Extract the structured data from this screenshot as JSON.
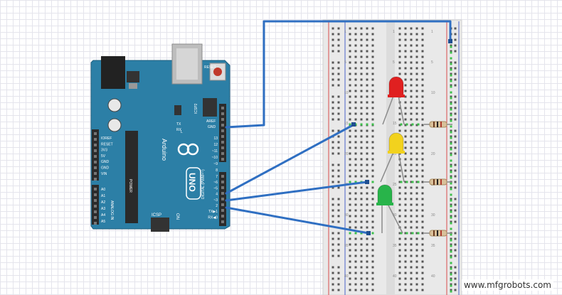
{
  "board": {
    "reset_label": "RESET",
    "icsp_top_label": "ICSP2",
    "aref_label": "AREF",
    "gnd_label": "GND",
    "digital_pins": [
      "13",
      "12",
      "~11",
      "~10",
      "~9",
      "8",
      "7",
      "~6",
      "~5",
      "4",
      "~3",
      "2",
      "TX▶1",
      "RX◀0"
    ],
    "digital_header_label": "DIGITAL (PWM=~)",
    "led_labels": [
      "L",
      "TX",
      "RX"
    ],
    "power_pins": [
      "IOREF",
      "RESET",
      "3V3",
      "5V",
      "GND",
      "GND",
      "VIN"
    ],
    "power_label": "POWER",
    "analog_pins": [
      "A0",
      "A1",
      "A2",
      "A3",
      "A4",
      "A5"
    ],
    "analog_label": "ANALOG IN",
    "brand_label": "Arduino",
    "model_label": "UNO",
    "on_label": "ON",
    "icsp_label": "ICSP"
  },
  "breadboard": {
    "row_numbers": [
      "1",
      "5",
      "10",
      "15",
      "20",
      "25",
      "30",
      "35",
      "40"
    ]
  },
  "components": {
    "leds": [
      {
        "name": "red",
        "color": "#e02020"
      },
      {
        "name": "yellow",
        "color": "#f2d21e"
      },
      {
        "name": "green",
        "color": "#28b44a"
      }
    ],
    "wire_color": "#2f6fc2",
    "board_color": "#2c7fa6"
  },
  "watermark": "www.mfgrobots.com"
}
